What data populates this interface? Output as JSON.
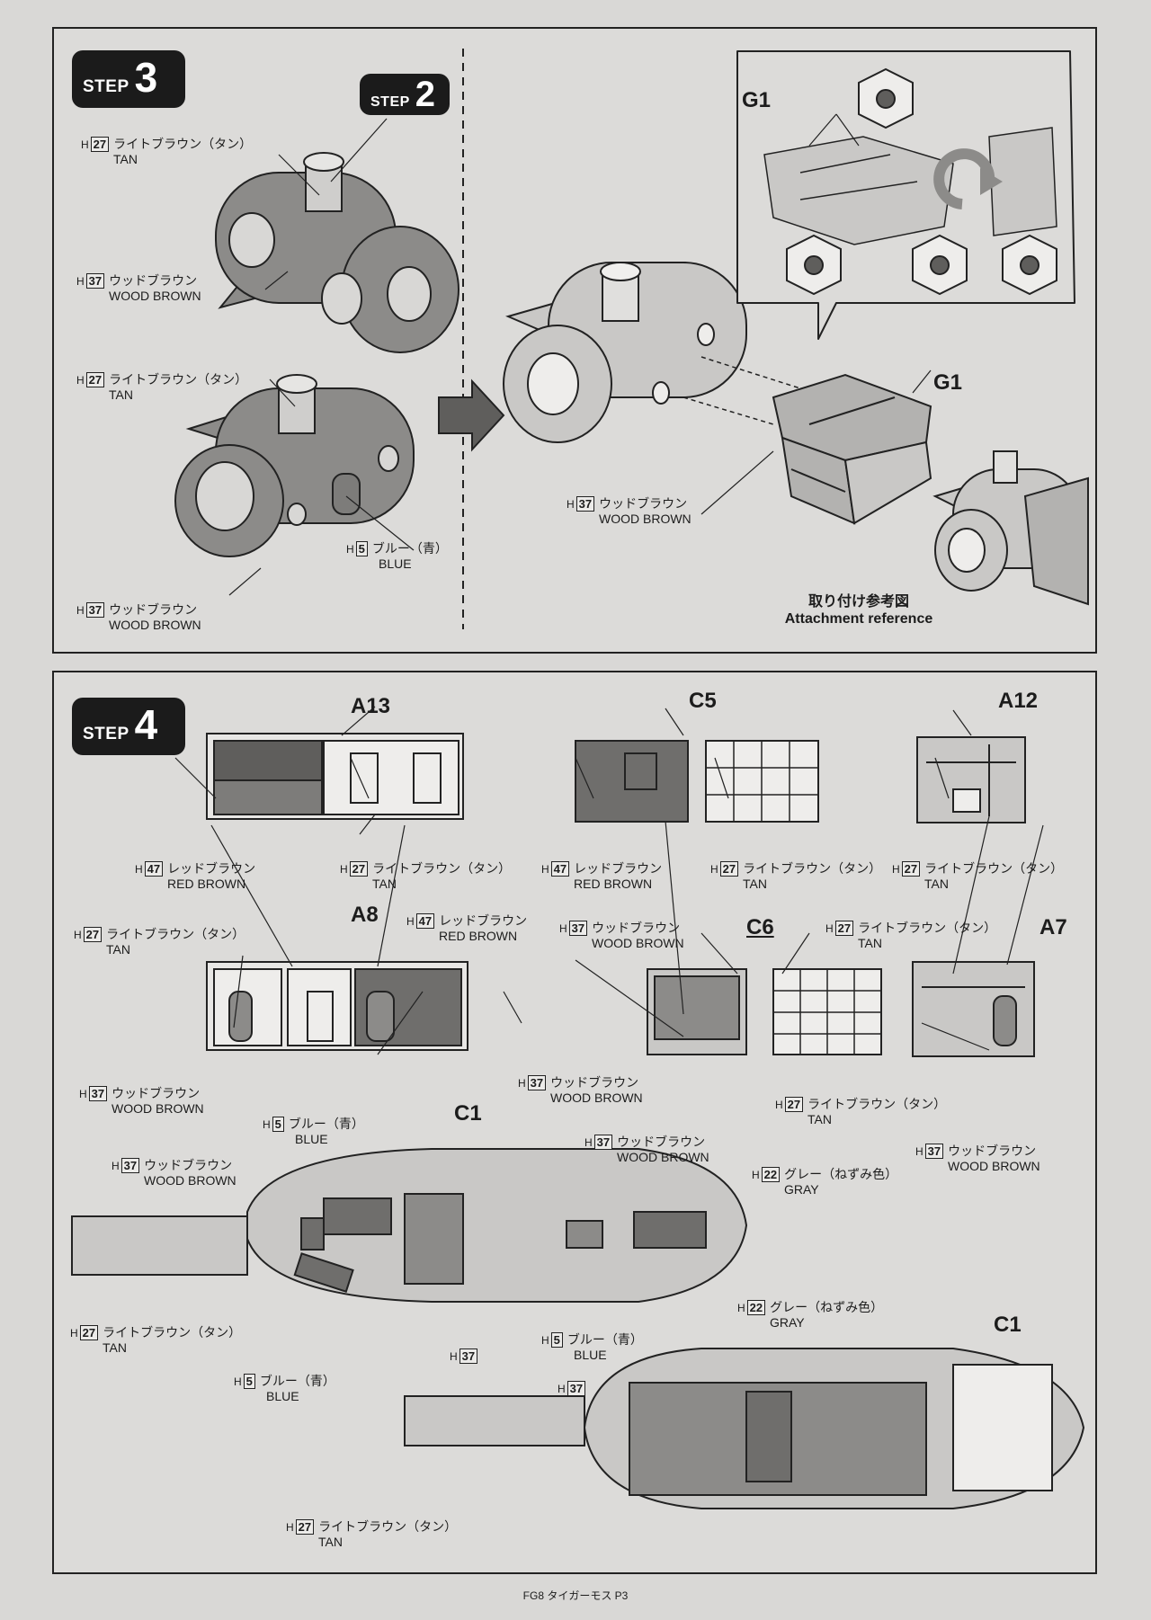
{
  "colors": {
    "page": "#d9d8d6",
    "ink": "#1c1c1c",
    "gray_fill": "#8c8b89",
    "dark_fill": "#5f5e5c",
    "light_fill": "#c9c8c6",
    "badge": "#1b1b1b"
  },
  "step3": {
    "badge_word": "STEP",
    "badge_num": "3",
    "prev_badge_word": "STEP",
    "prev_badge_num": "2",
    "labels": {
      "tan_top": {
        "h": "H",
        "code": "27",
        "jp": "ライトブラウン（タン）",
        "en": "TAN"
      },
      "wood_top": {
        "h": "H",
        "code": "37",
        "jp": "ウッドブラウン",
        "en": "WOOD BROWN"
      },
      "tan_mid": {
        "h": "H",
        "code": "27",
        "jp": "ライトブラウン（タン）",
        "en": "TAN"
      },
      "blue": {
        "h": "H",
        "code": "5",
        "jp": "ブルー（青）",
        "en": "BLUE"
      },
      "wood_bot": {
        "h": "H",
        "code": "37",
        "jp": "ウッドブラウン",
        "en": "WOOD BROWN"
      },
      "wood_frame": {
        "h": "H",
        "code": "37",
        "jp": "ウッドブラウン",
        "en": "WOOD BROWN"
      }
    },
    "part_g1_bubble": "G1",
    "part_g1_frame": "G1",
    "reference_jp": "取り付け参考図",
    "reference_en": "Attachment reference",
    "icons": [
      "arrow-right-icon",
      "rotate-icon",
      "nipper-cut-icon"
    ]
  },
  "step4": {
    "badge_word": "STEP",
    "badge_num": "4",
    "parts": {
      "a13": "A13",
      "c5": "C5",
      "a12": "A12",
      "a8": "A8",
      "c6": "C6",
      "a7": "A7",
      "c1_top": "C1",
      "c1_bottom": "C1"
    },
    "labels": {
      "a13_red": {
        "h": "H",
        "code": "47",
        "jp": "レッドブラウン",
        "en": "RED BROWN"
      },
      "a13_tan": {
        "h": "H",
        "code": "27",
        "jp": "ライトブラウン（タン）",
        "en": "TAN"
      },
      "c5_red": {
        "h": "H",
        "code": "47",
        "jp": "レッドブラウン",
        "en": "RED BROWN"
      },
      "c5_tan": {
        "h": "H",
        "code": "27",
        "jp": "ライトブラウン（タン）",
        "en": "TAN"
      },
      "a12_tan": {
        "h": "H",
        "code": "27",
        "jp": "ライトブラウン（タン）",
        "en": "TAN"
      },
      "a8_tan": {
        "h": "H",
        "code": "27",
        "jp": "ライトブラウン（タン）",
        "en": "TAN"
      },
      "a8_red": {
        "h": "H",
        "code": "47",
        "jp": "レッドブラウン",
        "en": "RED BROWN"
      },
      "a8_wood": {
        "h": "H",
        "code": "37",
        "jp": "ウッドブラウン",
        "en": "WOOD BROWN"
      },
      "c6_wood_top": {
        "h": "H",
        "code": "37",
        "jp": "ウッドブラウン",
        "en": "WOOD BROWN"
      },
      "c6_wood_bot": {
        "h": "H",
        "code": "37",
        "jp": "ウッドブラウン",
        "en": "WOOD BROWN"
      },
      "c6_tan": {
        "h": "H",
        "code": "27",
        "jp": "ライトブラウン（タン）",
        "en": "TAN"
      },
      "a7_tan": {
        "h": "H",
        "code": "27",
        "jp": "ライトブラウン（タン）",
        "en": "TAN"
      },
      "a7_wood": {
        "h": "H",
        "code": "37",
        "jp": "ウッドブラウン",
        "en": "WOOD BROWN"
      },
      "c1_blue_top": {
        "h": "H",
        "code": "5",
        "jp": "ブルー（青）",
        "en": "BLUE"
      },
      "c1_wood_left": {
        "h": "H",
        "code": "37",
        "jp": "ウッドブラウン",
        "en": "WOOD BROWN"
      },
      "c1_wood_mid": {
        "h": "H",
        "code": "37",
        "jp": "ウッドブラウン",
        "en": "WOOD BROWN"
      },
      "c1_gray": {
        "h": "H",
        "code": "22",
        "jp": "グレー（ねずみ色）",
        "en": "GRAY"
      },
      "c1_tan": {
        "h": "H",
        "code": "27",
        "jp": "ライトブラウン（タン）",
        "en": "TAN"
      },
      "c1_h37": {
        "h": "H",
        "code": "37"
      },
      "c1_blue_mid": {
        "h": "H",
        "code": "5",
        "jp": "ブルー（青）",
        "en": "BLUE"
      },
      "c1_blue_left": {
        "h": "H",
        "code": "5",
        "jp": "ブルー（青）",
        "en": "BLUE"
      },
      "c1b_gray": {
        "h": "H",
        "code": "22",
        "jp": "グレー（ねずみ色）",
        "en": "GRAY"
      },
      "c1b_h37": {
        "h": "H",
        "code": "37"
      },
      "c1b_tan": {
        "h": "H",
        "code": "27",
        "jp": "ライトブラウン（タン）",
        "en": "TAN"
      }
    }
  },
  "footer": "FG8 タイガーモス P3"
}
